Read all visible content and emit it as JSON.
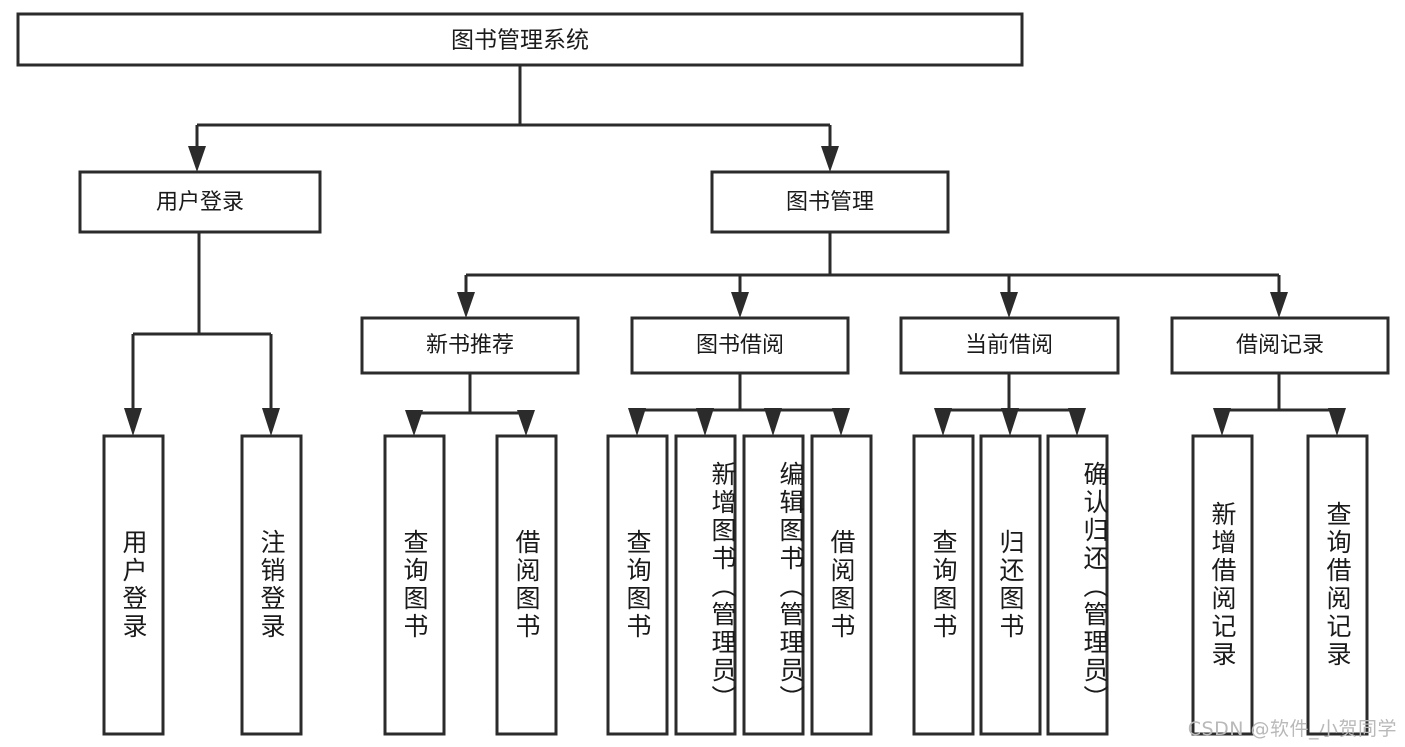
{
  "diagram": {
    "type": "tree-hierarchy",
    "title": "图书管理系统",
    "orientation": "top-down",
    "watermark": "CSDN @软件_小贺同学",
    "colors": {
      "box_fill": "#ffffff",
      "box_stroke": "#2b2b2b",
      "connector": "#2b2b2b",
      "text": "#1a1a1a",
      "watermark": "#b9b9b9",
      "background": "#ffffff"
    },
    "root": {
      "label": "图书管理系统"
    },
    "level2": [
      {
        "label": "用户登录"
      },
      {
        "label": "图书管理"
      }
    ],
    "level3": [
      {
        "label": "新书推荐"
      },
      {
        "label": "图书借阅"
      },
      {
        "label": "当前借阅"
      },
      {
        "label": "借阅记录"
      }
    ],
    "leaves": {
      "user_login": [
        {
          "label": "用户登录"
        },
        {
          "label": "注销登录"
        }
      ],
      "new_book_recommend": [
        {
          "label": "查询图书"
        },
        {
          "label": "借阅图书"
        }
      ],
      "book_borrow": [
        {
          "label": "查询图书"
        },
        {
          "label": "新增图书（管理员）"
        },
        {
          "label": "编辑图书（管理员）"
        },
        {
          "label": "借阅图书"
        }
      ],
      "current_borrow": [
        {
          "label": "查询图书"
        },
        {
          "label": "归还图书"
        },
        {
          "label": "确认归还（管理员）"
        }
      ],
      "borrow_record": [
        {
          "label": "新增借阅记录"
        },
        {
          "label": "查询借阅记录"
        }
      ]
    }
  }
}
